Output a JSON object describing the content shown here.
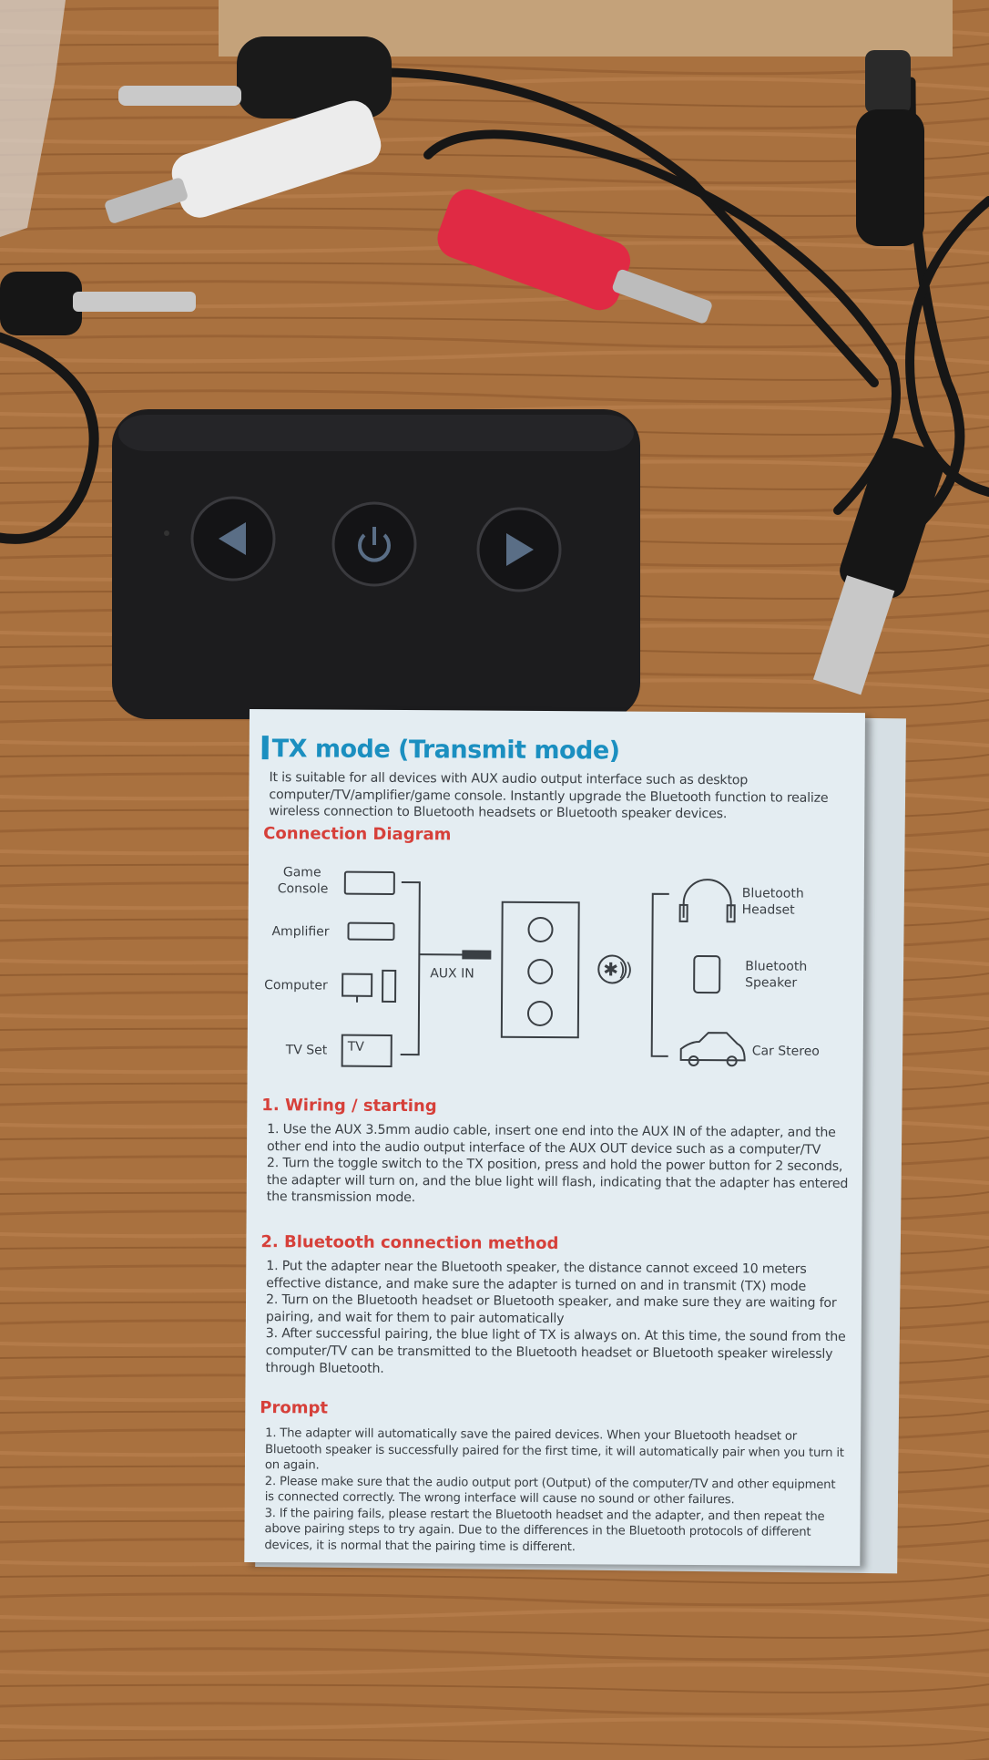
{
  "manual": {
    "title": "TX mode (Transmit mode)",
    "intro": "It is suitable for all devices with AUX audio output interface such as desktop computer/TV/amplifier/game console. Instantly upgrade the Bluetooth function to realize wireless connection to Bluetooth headsets or Bluetooth speaker devices.",
    "diagram": {
      "heading": "Connection Diagram",
      "sources": [
        "Game",
        "Console",
        "Amplifier",
        "Computer",
        "TV Set"
      ],
      "tv_icon_text": "TV",
      "aux_label": "AUX IN",
      "targets": [
        "Bluetooth",
        "Headset",
        "Bluetooth",
        "Speaker",
        "Car Stereo"
      ]
    },
    "sections": [
      {
        "heading": "1. Wiring / starting",
        "body": [
          "1. Use the AUX 3.5mm audio cable, insert one end into the AUX IN of the adapter, and the other end into the audio output interface of the AUX OUT device such as a computer/TV",
          "2. Turn the toggle switch to the TX position, press and hold the power button for 2 seconds, the adapter will turn on, and the blue light will flash, indicating that the adapter has entered the transmission mode."
        ]
      },
      {
        "heading": "2. Bluetooth connection method",
        "body": [
          "1. Put the adapter near the Bluetooth speaker, the distance cannot exceed 10 meters effective distance, and make sure the adapter is turned on and in transmit (TX) mode",
          "2. Turn on the Bluetooth headset or Bluetooth speaker, and make sure they are waiting for pairing, and wait for them to pair automatically",
          "3. After successful pairing, the blue light of TX is always on. At this time, the sound from the computer/TV can be transmitted to the Bluetooth headset or Bluetooth speaker wirelessly through Bluetooth."
        ]
      },
      {
        "heading": "Prompt",
        "body": [
          "1. The adapter will automatically save the paired devices. When your Bluetooth headset or Bluetooth speaker is successfully paired for the first time, it will automatically pair when you turn it on again.",
          "2. Please make sure that the audio output port (Output) of the computer/TV and other equipment is connected correctly. The wrong interface will cause no sound or other failures.",
          "3. If the pairing fails, please restart the Bluetooth headset and the adapter, and then repeat the above pairing steps to try again. Due to the differences in the Bluetooth protocols of different devices, it is normal that the pairing time is different."
        ]
      }
    ]
  },
  "device_buttons": [
    "previous-icon",
    "power-icon",
    "next-icon"
  ],
  "colors": {
    "wood": "#a9713f",
    "title_blue": "#1b8fc0",
    "heading_red": "#d6403a",
    "paper": "#e4edf2",
    "device": "#1c1c1e"
  }
}
